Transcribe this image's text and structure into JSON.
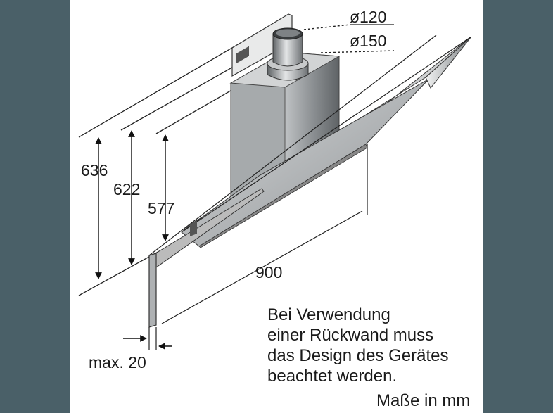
{
  "dimensions": {
    "duct_inner": "ø120",
    "duct_outer": "ø150",
    "height_total": "636",
    "height_mid": "622",
    "height_low": "577",
    "width": "900",
    "depth_max": "max. 20"
  },
  "note_lines": [
    "Bei Verwendung",
    "einer Rückwand muss",
    "das Design des Gerätes",
    "beachtet werden."
  ],
  "units": "Maße in mm"
}
